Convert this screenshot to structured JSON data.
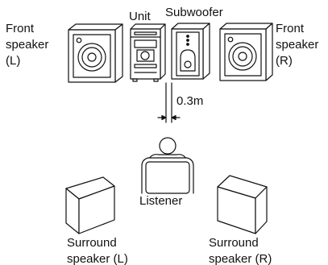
{
  "labels": {
    "front_left_line1": "Front",
    "front_left_line2": "speaker",
    "front_left_line3": "(L)",
    "unit": "Unit",
    "subwoofer": "Subwoofer",
    "front_right_line1": "Front",
    "front_right_line2": "speaker",
    "front_right_line3": "(R)",
    "distance": "0.3m",
    "listener": "Listener",
    "surround_left_line1": "Surround",
    "surround_left_line2": "speaker (L)",
    "surround_right_line1": "Surround",
    "surround_right_line2": "speaker (R)"
  },
  "colors": {
    "stroke": "#111111",
    "fill": "#ffffff"
  }
}
